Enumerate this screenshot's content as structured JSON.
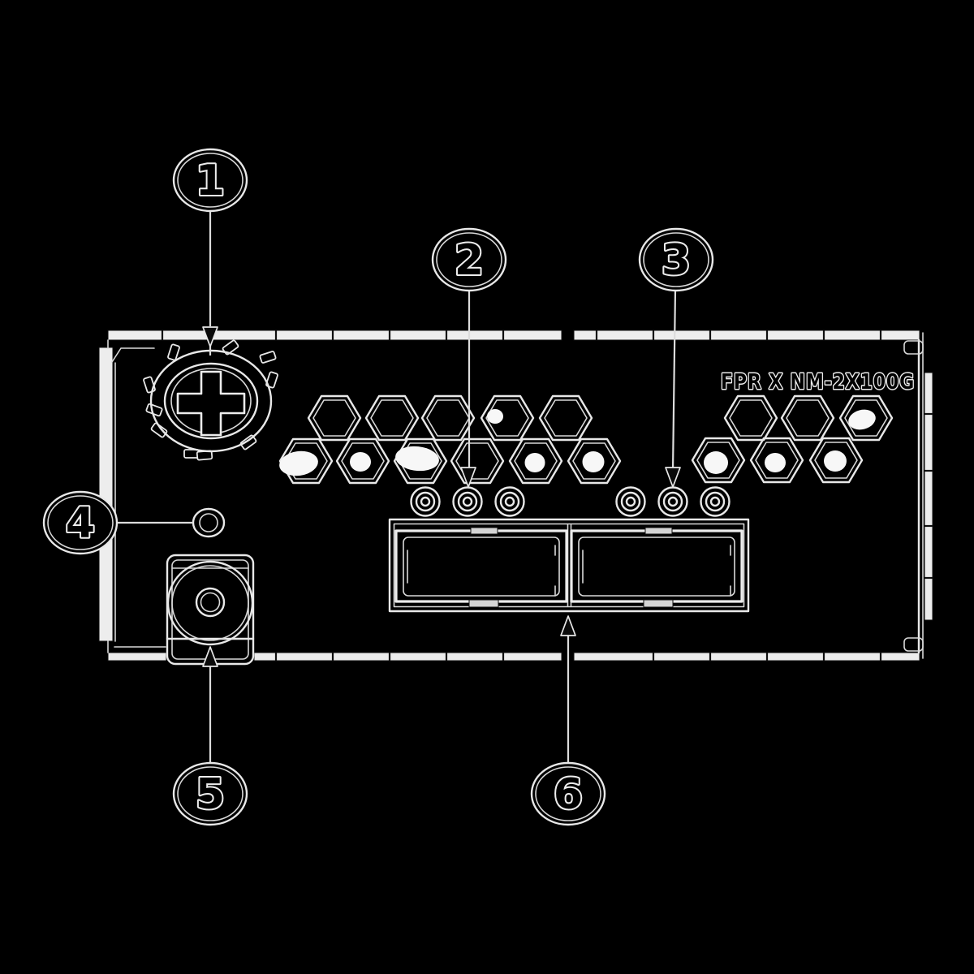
{
  "diagram": {
    "module_label": "FPR X NM-2X100G",
    "callout_numbers": {
      "c1": "1",
      "c2": "2",
      "c3": "3",
      "c4": "4",
      "c5": "5",
      "c6": "6"
    },
    "colors": {
      "background": "#000000",
      "line": "#e8e8e8",
      "bar_fill": "#ededed",
      "arrow_fill": "#0a0a0a",
      "blob_fill": "#f7f7f7"
    }
  }
}
